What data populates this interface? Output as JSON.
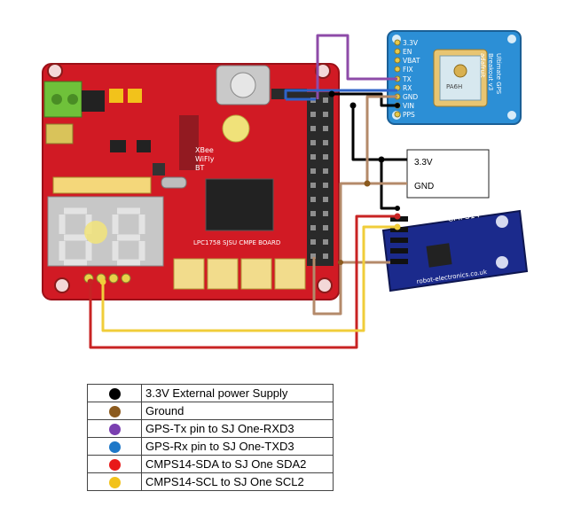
{
  "sj_one": {
    "xbee_label": "XBee",
    "wifly_label": "WiFly",
    "bt_label": "BT",
    "board_label": "LPC1758 SJSU CMPE BOARD"
  },
  "gps": {
    "pins": [
      "3.3V",
      "EN",
      "VBAT",
      "FIX",
      "TX",
      "RX",
      "GND",
      "VIN",
      "PPS"
    ],
    "chip_label": "PA6H",
    "side_label": "Ultimate GPS",
    "side_label2": "Breakout v3",
    "side_label3": "adafruit"
  },
  "power_box": {
    "v_label": "3.3V",
    "gnd_label": "GND"
  },
  "cmps": {
    "title": "CMPS14",
    "footer": "robot-electronics.co.uk"
  },
  "legend": {
    "rows": [
      {
        "color": "#000000",
        "label": "3.3V External power Supply"
      },
      {
        "color": "#8b5a1e",
        "label": "Ground"
      },
      {
        "color": "#7a3fb0",
        "label": "GPS-Tx pin to SJ One-RXD3"
      },
      {
        "color": "#1e78c8",
        "label": "GPS-Rx pin to SJ One-TXD3"
      },
      {
        "color": "#e81919",
        "label": "CMPS14-SDA to SJ One SDA2"
      },
      {
        "color": "#f2c21b",
        "label": "CMPS14-SCL to SJ One SCL2"
      }
    ]
  },
  "colors": {
    "board": "#d11a24",
    "power": "#000000",
    "ground": "#b48a6a",
    "tx": "#8e4ba8",
    "rx": "#2f63c8",
    "sda": "#c82323",
    "scl": "#f0cd3a"
  }
}
